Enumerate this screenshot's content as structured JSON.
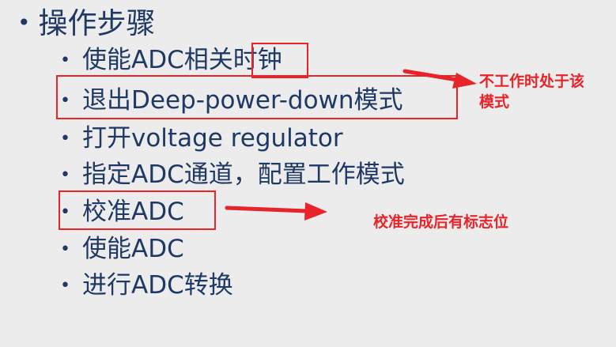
{
  "heading": "操作步骤",
  "bullet_glyph": "•",
  "steps": [
    "使能ADC相关时钟",
    "退出Deep-power-down模式",
    "打开voltage regulator",
    "指定ADC通道，配置工作模式",
    "校准ADC",
    "使能ADC",
    "进行ADC转换"
  ],
  "annotations": {
    "deep_power_down_note_line1": "不工作时处于该",
    "deep_power_down_note_line2": "模式",
    "calibration_note": "校准完成后有标志位"
  },
  "colors": {
    "background": "#ececec",
    "text": "#1f3864",
    "highlight": "#e8232a"
  }
}
